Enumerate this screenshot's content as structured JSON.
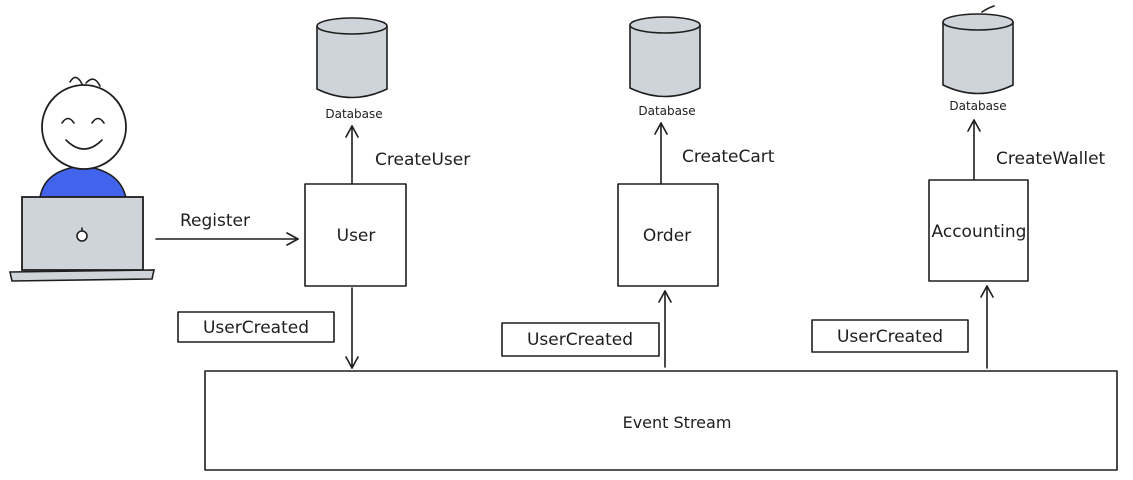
{
  "diagram": {
    "services": [
      {
        "name": "User",
        "command": "CreateUser",
        "database": "Database",
        "event": "UserCreated"
      },
      {
        "name": "Order",
        "command": "CreateCart",
        "database": "Database",
        "event": "UserCreated"
      },
      {
        "name": "Accounting",
        "command": "CreateWallet",
        "database": "Database",
        "event": "UserCreated"
      }
    ],
    "actor": {
      "action": "Register"
    },
    "stream": {
      "label": "Event Stream"
    }
  },
  "colors": {
    "ink": "#1e1e1e",
    "db_fill": "#ced4da",
    "person_skin": "#ffffff",
    "person_shirt": "#4263eb",
    "laptop_fill": "#ced4da"
  },
  "icons": {
    "person": "person-with-laptop-icon",
    "database": "database-cylinder-icon"
  }
}
